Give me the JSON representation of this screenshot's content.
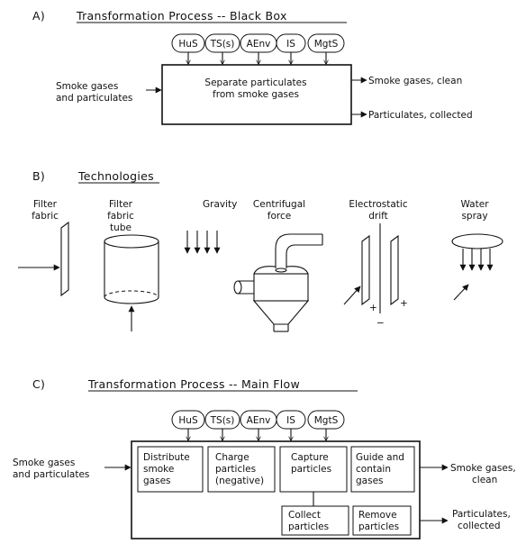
{
  "section_a": {
    "letter": "A)",
    "title": "Transformation Process -- Black Box",
    "tags": [
      "HuS",
      "TS(s)",
      "AEnv",
      "IS",
      "MgtS"
    ],
    "input_label": [
      "Smoke gases",
      "and particulates"
    ],
    "process_label": [
      "Separate particulates",
      "from smoke gases"
    ],
    "output_clean": "Smoke gases, clean",
    "output_particulates": "Particulates, collected"
  },
  "section_b": {
    "letter": "B)",
    "title": "Technologies",
    "filter_fabric": [
      "Filter",
      "fabric"
    ],
    "filter_fabric_tube": [
      "Filter",
      "fabric",
      "tube"
    ],
    "gravity": "Gravity",
    "centrifugal": [
      "Centrifugal",
      "force"
    ],
    "electrostatic": [
      "Electrostatic",
      "drift"
    ],
    "water_spray": [
      "Water",
      "spray"
    ],
    "plus_sign": "+",
    "minus_sign": "−"
  },
  "section_c": {
    "letter": "C)",
    "title": "Transformation Process -- Main Flow",
    "tags": [
      "HuS",
      "TS(s)",
      "AEnv",
      "IS",
      "MgtS"
    ],
    "input_label": [
      "Smoke gases",
      "and particulates"
    ],
    "distribute": [
      "Distribute",
      "smoke",
      "gases"
    ],
    "charge": [
      "Charge",
      "particles",
      "(negative)"
    ],
    "capture": [
      "Capture",
      "particles"
    ],
    "guide": [
      "Guide and",
      "contain",
      "gases"
    ],
    "collect": [
      "Collect",
      "particles"
    ],
    "remove": [
      "Remove",
      "particles"
    ],
    "output_clean": [
      "Smoke gases,",
      "clean"
    ],
    "output_particulates": [
      "Particulates,",
      "collected"
    ]
  }
}
